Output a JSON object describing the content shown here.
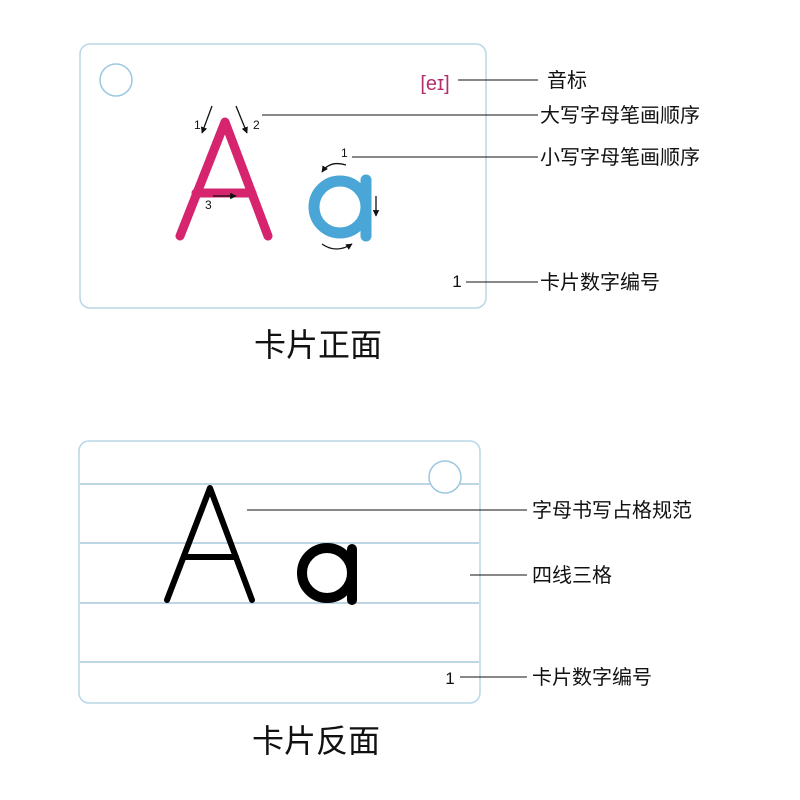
{
  "front": {
    "phonetic": "[eɪ]",
    "caption": "卡片正面",
    "card_number": "1",
    "stroke_numbers_upper": [
      "1",
      "2",
      "3"
    ],
    "stroke_numbers_lower": [
      "1"
    ],
    "colors": {
      "upper_letter": "#d6246e",
      "lower_letter": "#4aa6d6",
      "phonetic": "#b0306e",
      "card_border": "#b9d7e6"
    }
  },
  "back": {
    "caption": "卡片反面",
    "card_number": "1",
    "colors": {
      "letter": "#000000",
      "guide_lines": "#a9c9dc"
    }
  },
  "labels": {
    "phonetic": "音标",
    "upper_stroke_order": "大写字母笔画顺序",
    "lower_stroke_order": "小写字母笔画顺序",
    "card_number_front": "卡片数字编号",
    "writing_standard": "字母书写占格规范",
    "four_lines": "四线三格",
    "card_number_back": "卡片数字编号"
  }
}
